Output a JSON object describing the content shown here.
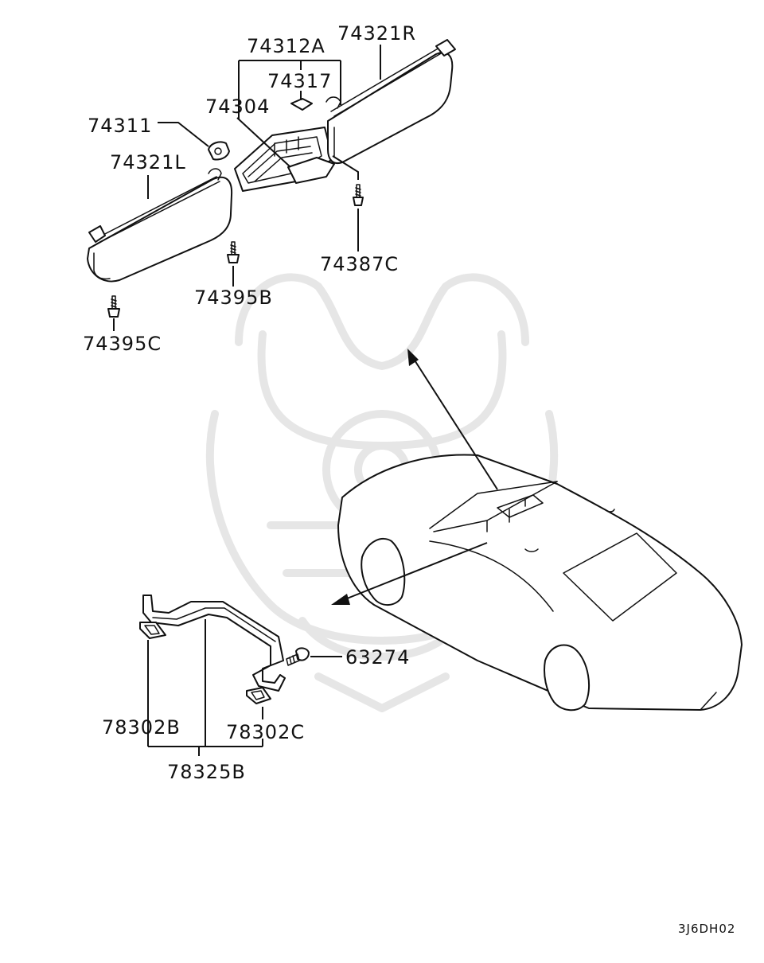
{
  "labels": {
    "p74312A": "74312A",
    "p74321R": "74321R",
    "p74317": "74317",
    "p74304": "74304",
    "p74311": "74311",
    "p74321L": "74321L",
    "p74387C": "74387C",
    "p74395B": "74395B",
    "p74395C": "74395C",
    "p63274": "63274",
    "p78302B": "78302B",
    "p78302C": "78302C",
    "p78325B": "78325B"
  },
  "diagram_code": "3J6DH02",
  "colors": {
    "line": "#111111",
    "watermark": "#e6e6e6",
    "background": "#ffffff"
  }
}
